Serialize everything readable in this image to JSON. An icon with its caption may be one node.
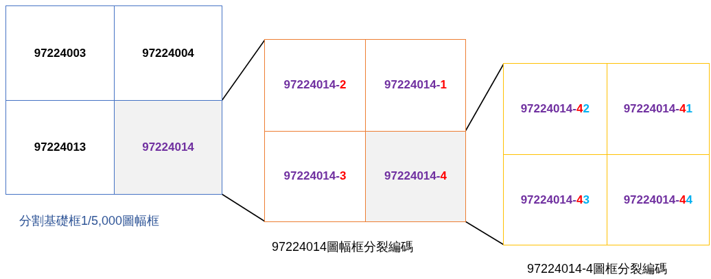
{
  "diagram": {
    "nodes": [
      {
        "text": [
          "分割基礎框1/5,000圖幅框"
        ]
      },
      {
        "text": [
          "97224003"
        ],
        "in": 0
      },
      {
        "text": [
          "97224004"
        ],
        "in": 0
      },
      {
        "text": [
          "97224013"
        ],
        "in": 0
      },
      {
        "text": [
          "97224014"
        ],
        "in": 0
      },
      {
        "text": [
          "97224014圖幅框分裂編碼"
        ]
      },
      {
        "text": [
          "97224014-2"
        ],
        "in": 5
      },
      {
        "text": [
          "97224014-1"
        ],
        "in": 5
      },
      {
        "text": [
          "97224014-3"
        ],
        "in": 5
      },
      {
        "text": [
          "97224014-4"
        ],
        "in": 5
      },
      {
        "text": [
          "97224014-4圖框分裂編碼"
        ]
      },
      {
        "text": [
          "97224014-42"
        ],
        "in": 10
      },
      {
        "text": [
          "97224014-41"
        ],
        "in": 10
      },
      {
        "text": [
          "97224014-43"
        ],
        "in": 10
      },
      {
        "text": [
          "97224014-44"
        ],
        "in": 10
      }
    ],
    "edges": [
      {
        "from": 4,
        "to": 5,
        "arrow": "none"
      },
      {
        "from": 4,
        "to": 5,
        "arrow": "none"
      },
      {
        "from": 9,
        "to": 10,
        "arrow": "none"
      },
      {
        "from": 9,
        "to": 10,
        "arrow": "none"
      }
    ]
  }
}
